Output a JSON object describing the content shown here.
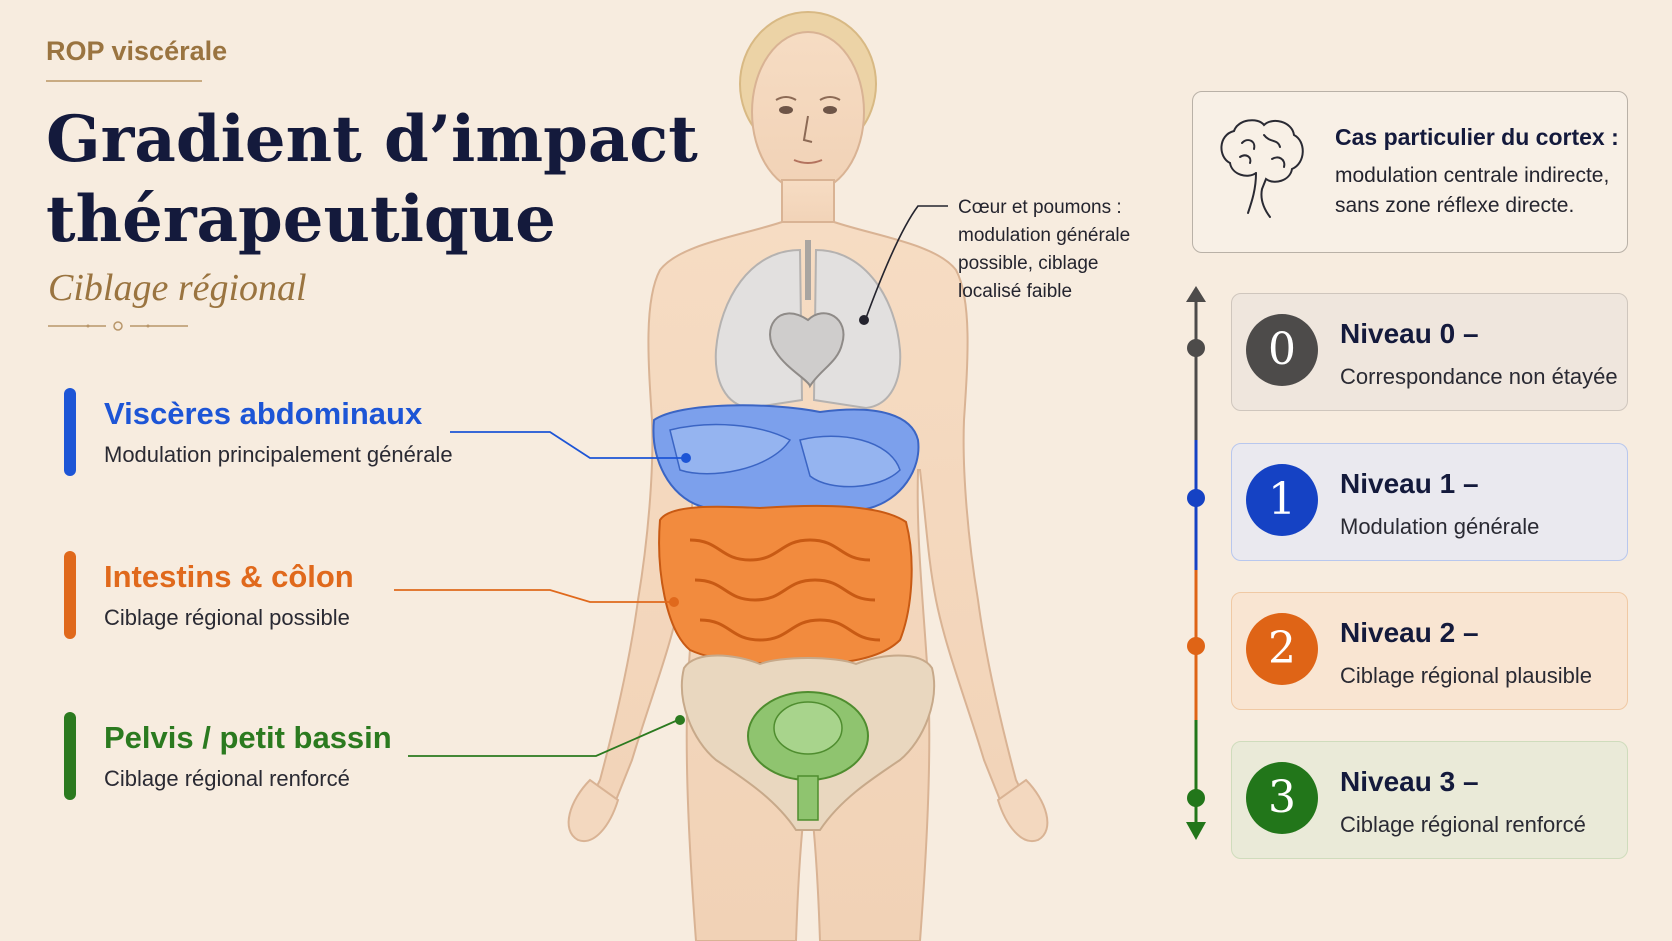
{
  "header": {
    "eyebrow": "ROP viscérale",
    "title_line1": "Gradient d’impact",
    "title_line2": "thérapeutique",
    "subtitle": "Ciblage régional"
  },
  "categories": [
    {
      "name": "Viscères abdominaux",
      "desc": "Modulation principalement générale",
      "color": "#1d55d6"
    },
    {
      "name": "Intestins & côlon",
      "desc": "Ciblage régional possible",
      "color": "#e0691c"
    },
    {
      "name": "Pelvis / petit bassin",
      "desc": "Ciblage régional renforcé",
      "color": "#2b7a1f"
    }
  ],
  "heart_note": {
    "line1": "Cœur et poumons :",
    "line2": "modulation générale",
    "line3": "possible, ciblage",
    "line4": "localisé faible"
  },
  "cortex": {
    "title": "Cas particulier du cortex :",
    "line1": "modulation centrale indirecte,",
    "line2": "sans zone réflexe directe.",
    "icon": "brain-icon"
  },
  "levels": [
    {
      "number": "0",
      "title": "Niveau 0 –",
      "desc": "Correspondance non étayée",
      "color": "#4d4b4a",
      "bg": "#efe6dd",
      "border": "#cfc6bd"
    },
    {
      "number": "1",
      "title": "Niveau 1 –",
      "desc": "Modulation générale",
      "color": "#1542c4",
      "bg": "#eae9ef",
      "border": "#b8c7ee"
    },
    {
      "number": "2",
      "title": "Niveau 2 –",
      "desc": "Ciblage régional plausible",
      "color": "#df6416",
      "bg": "#f9e5d2",
      "border": "#f0c9a4"
    },
    {
      "number": "3",
      "title": "Niveau 3 –",
      "desc": "Ciblage régional renforcé",
      "color": "#22761a",
      "bg": "#eaead8",
      "border": "#cfdcbc"
    }
  ]
}
